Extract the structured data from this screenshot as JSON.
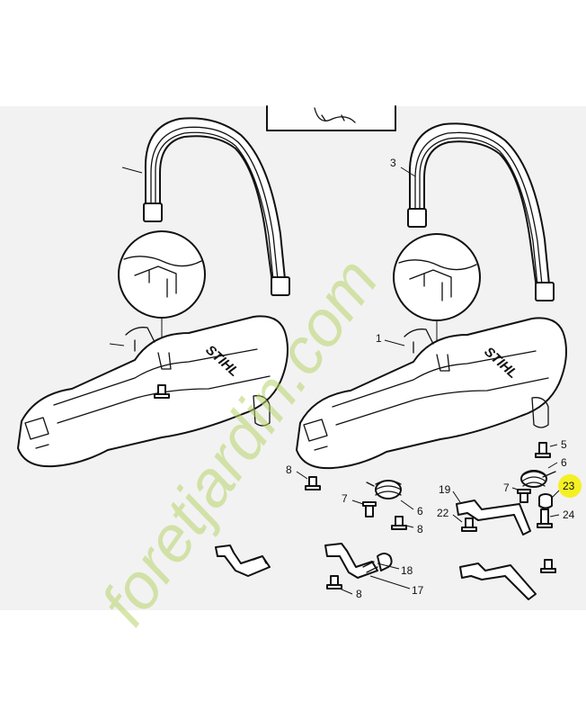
{
  "diagram": {
    "brand_left": "STIHL",
    "brand_right": "STIHL",
    "watermark": "foretjardin.com",
    "colors": {
      "panel": "#f2f2f2",
      "line": "#111111",
      "highlight": "#f4f000",
      "watermark_green": "#b8d46a",
      "watermark_brown": "#c8a46c"
    },
    "callouts": {
      "c1": "1",
      "c3": "3",
      "c5": "5",
      "c6a": "6",
      "c23": "23",
      "c7a": "7",
      "c24": "24",
      "c19": "19",
      "c22": "22",
      "c8a": "8",
      "c7b": "7",
      "c6b": "6",
      "c8b": "8",
      "c18": "18",
      "c17": "17",
      "c8c": "8"
    }
  }
}
